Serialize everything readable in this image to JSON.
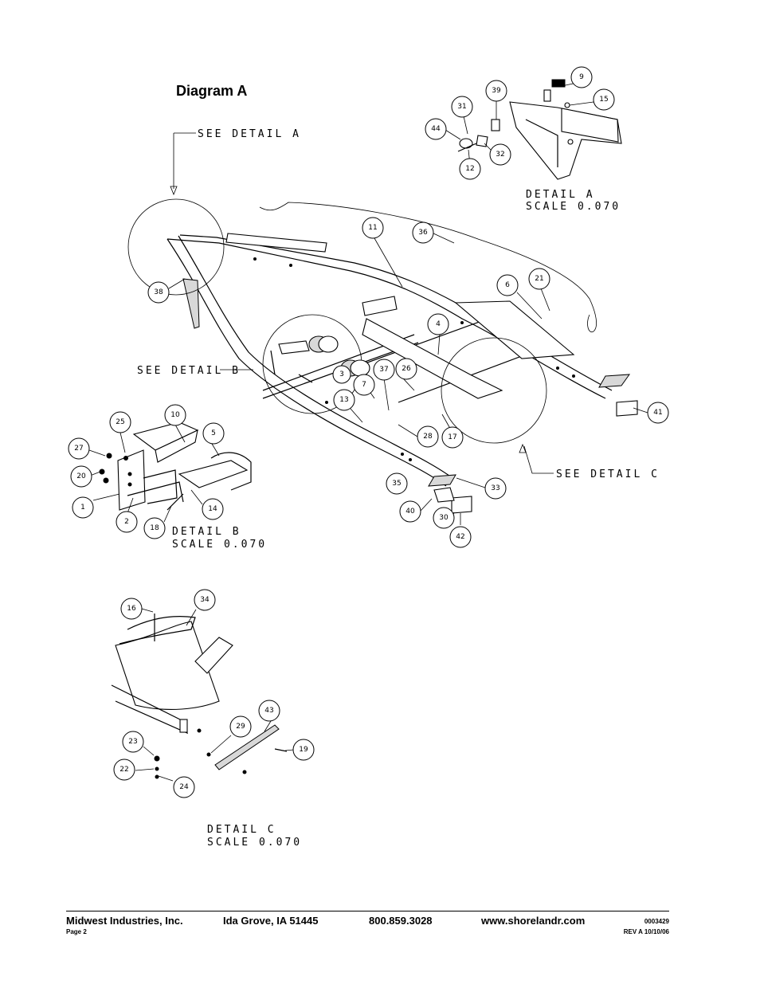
{
  "title": "Diagram A",
  "notes": {
    "see_detail_a": "SEE DETAIL  A",
    "see_detail_b": "SEE DETAIL  B",
    "see_detail_c": "SEE DETAIL  C",
    "detail_a": "DETAIL  A",
    "detail_a_scale": "SCALE  0.070",
    "detail_b": "DETAIL  B",
    "detail_b_scale": "SCALE  0.070",
    "detail_c": "DETAIL  C",
    "detail_c_scale": "SCALE  0.070"
  },
  "callouts": [
    "9",
    "15",
    "39",
    "31",
    "44",
    "32",
    "12",
    "11",
    "36",
    "38",
    "6",
    "21",
    "4",
    "37",
    "7",
    "26",
    "3",
    "13",
    "28",
    "17",
    "41",
    "33",
    "35",
    "40",
    "30",
    "42",
    "10",
    "5",
    "25",
    "27",
    "20",
    "1",
    "2",
    "18",
    "14",
    "16",
    "34",
    "43",
    "29",
    "19",
    "23",
    "22",
    "24"
  ],
  "footer": {
    "company": "Midwest Industries, Inc.",
    "city": "Ida Grove, IA  51445",
    "phone": "800.859.3028",
    "website": "www.shorelandr.com",
    "page": "Page 2",
    "doc_number": "0003429",
    "revision": "REV A  10/10/06"
  }
}
